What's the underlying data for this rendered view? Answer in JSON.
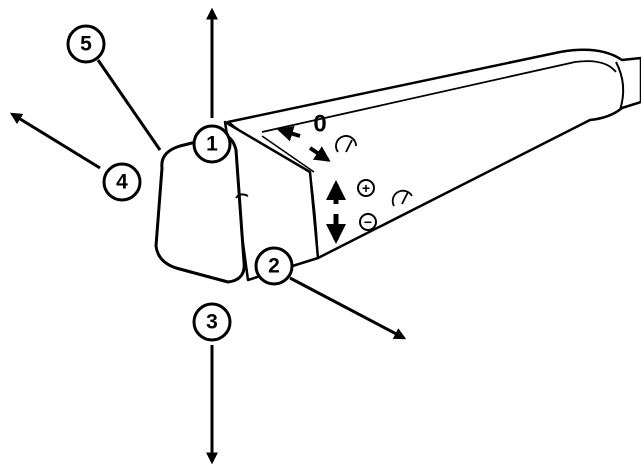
{
  "callouts": {
    "c1": "1",
    "c2": "2",
    "c3": "3",
    "c4": "4",
    "c5": "5"
  },
  "lever": {
    "position_zero": "0",
    "plus_symbol": "+",
    "minus_symbol": "−"
  },
  "icons": {
    "speedometer": "speedometer-icon",
    "arrow": "arrow-icon"
  },
  "colors": {
    "ink": "#000000",
    "paper": "#ffffff"
  }
}
